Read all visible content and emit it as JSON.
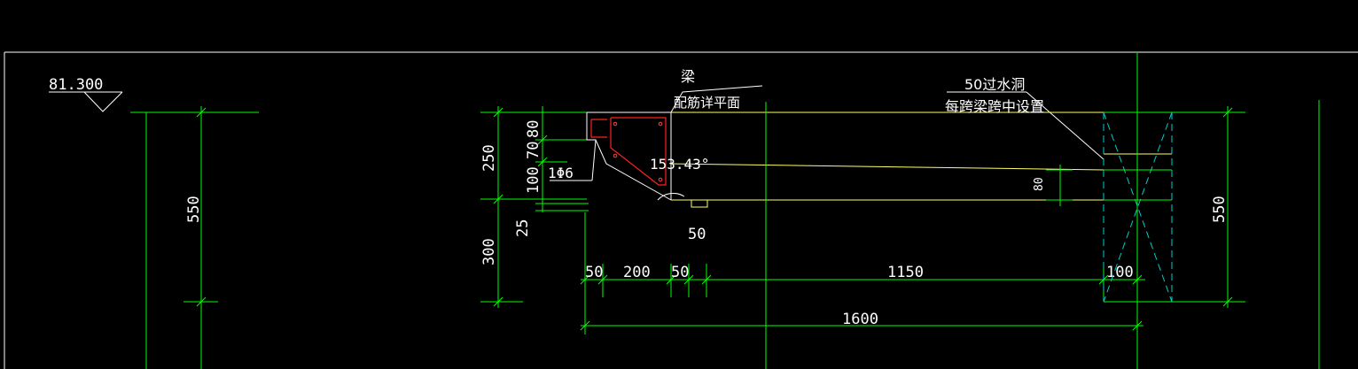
{
  "colors": {
    "background": "#000000",
    "dimension": "#00ff00",
    "outline": "#ffffff",
    "concrete": "#ffff66",
    "rebar": "#ff2020",
    "hidden": "#00cccc"
  },
  "elevation": {
    "value": "81.300"
  },
  "labels": {
    "beam": "梁",
    "rebar_note": "配筋详平面",
    "drain_hole": "50过水洞",
    "drain_note": "每跨梁跨中设置",
    "angle": "153.43°",
    "rebar_size": "1Φ6"
  },
  "dimensions": {
    "left_height": "550",
    "right_height": "550",
    "upper_250": "250",
    "lower_300": "300",
    "d80": "80",
    "d70": "70",
    "d100": "100",
    "d25": "25",
    "d50_center": "50",
    "d80_right": "80",
    "h50a": "50",
    "h200": "200",
    "h50b": "50",
    "h1150": "1150",
    "h100": "100",
    "h1600": "1600"
  }
}
